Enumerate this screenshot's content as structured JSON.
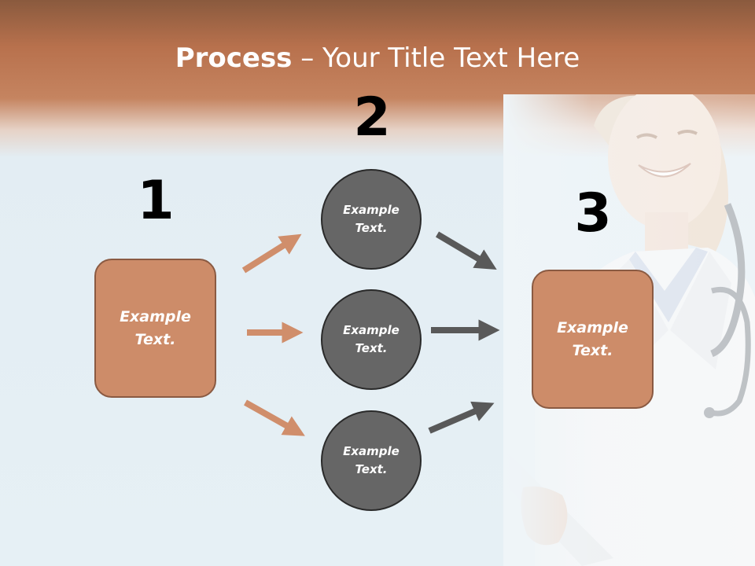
{
  "title": {
    "bold": "Process",
    "rest": " – Your Title Text Here"
  },
  "steps": [
    {
      "number": "1",
      "text": "Example Text."
    },
    {
      "number": "2",
      "text": "Example Text."
    },
    {
      "number": "3",
      "text": "Example Text."
    }
  ],
  "circles": [
    {
      "text": "Example Text."
    },
    {
      "text": "Example Text."
    },
    {
      "text": "Example Text."
    }
  ],
  "colors": {
    "header": "#c07a55",
    "box_fill": "#cd8c69",
    "box_border": "#8a5a42",
    "circle_fill": "#666666",
    "arrow_in": "#d08e6b",
    "arrow_out": "#595959",
    "background": "#e4eef4"
  },
  "illustration": "doctor-photo"
}
